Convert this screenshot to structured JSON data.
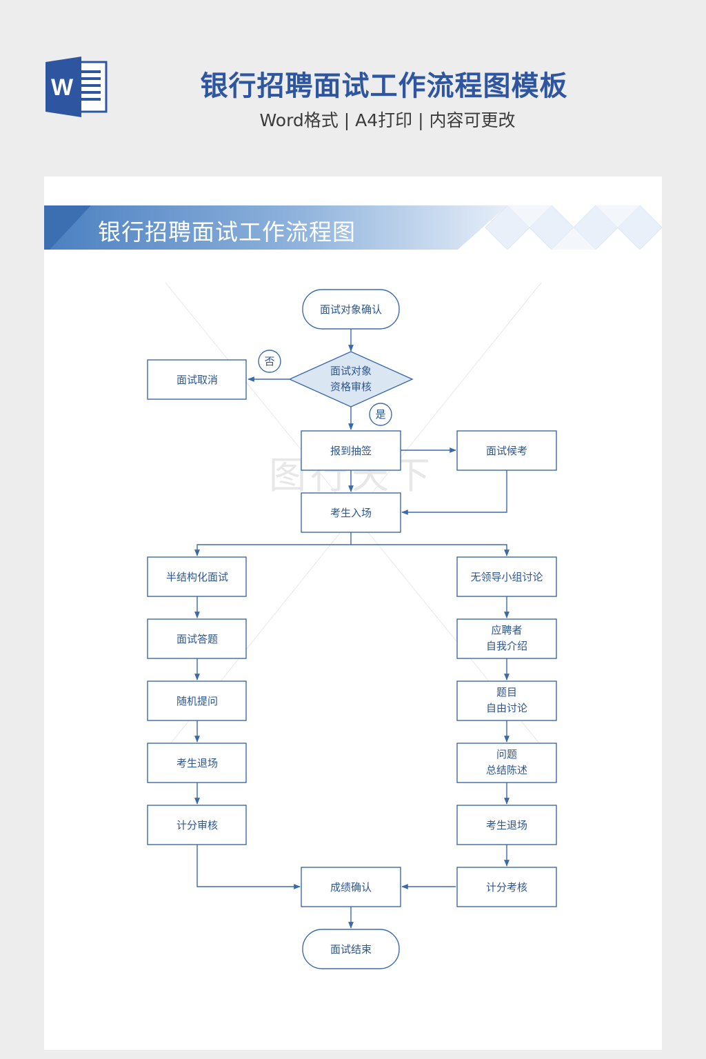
{
  "header": {
    "title": "银行招聘面试工作流程图模板",
    "subtitle": "Word格式 | A4打印 | 内容可更改",
    "logo_letter": "W",
    "icon": "word-document-icon"
  },
  "banner": {
    "title": "银行招聘面试工作流程图"
  },
  "watermark": "图行天下",
  "colors": {
    "title_blue": "#2e56a0",
    "node_stroke": "#3b6aa8",
    "node_text": "#2c5690",
    "diamond_fill": "#dbe6f3"
  },
  "flow": {
    "start": "面试对象确认",
    "decision_line1": "面试对象",
    "decision_line2": "资格审核",
    "no_label": "否",
    "yes_label": "是",
    "cancel": "面试取消",
    "draw_lots": "报到抽签",
    "waiting": "面试候考",
    "enter": "考生入场",
    "left": {
      "step1": "半结构化面试",
      "step2": "面试答题",
      "step3": "随机提问",
      "step4": "考生退场",
      "step5": "计分审核"
    },
    "right": {
      "step1": "无领导小组讨论",
      "step2_line1": "应聘者",
      "step2_line2": "自我介绍",
      "step3_line1": "题目",
      "step3_line2": "自由讨论",
      "step4_line1": "问题",
      "step4_line2": "总结陈述",
      "step5": "考生退场",
      "step6": "计分考核"
    },
    "confirm": "成绩确认",
    "end": "面试结束"
  }
}
